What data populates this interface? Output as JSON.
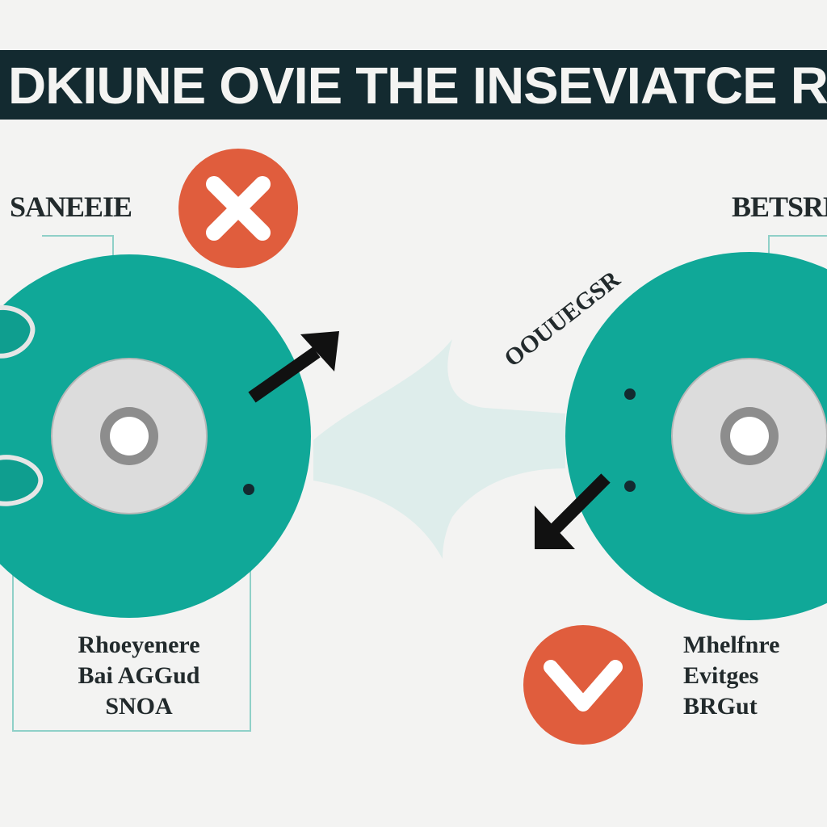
{
  "header": {
    "title": "DKIUNE OVIE THE  INSEVIATCE RO"
  },
  "left_disc": {
    "top_label": "SANEEIE",
    "bottom_label": [
      "Rhoeyenere",
      "Bai AGGud",
      "SNOA"
    ]
  },
  "right_disc": {
    "top_label": "BETSRE",
    "bottom_label": [
      "Mhelfnre",
      "Evitges",
      "BRGut"
    ]
  },
  "diagonal_label": "OOUUEGSR",
  "colors": {
    "teal": "#10a898",
    "dark": "#132a30",
    "red": "#e05d3d",
    "disc_light": "#dcdcdc",
    "background": "#f3f3f2"
  },
  "icons": {
    "wrong": "x-icon",
    "right": "check-icon"
  }
}
